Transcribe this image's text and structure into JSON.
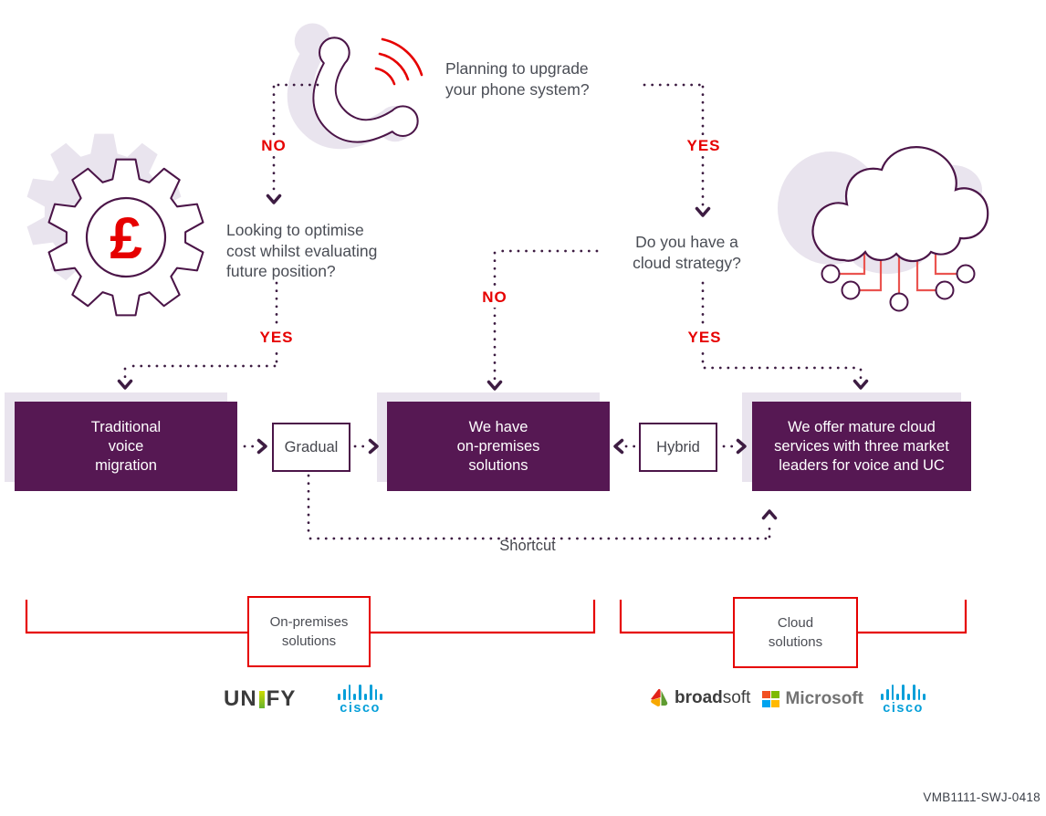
{
  "icons": {
    "phone": "phone-ringing-icon",
    "gear": "gear-pound-icon",
    "cloud": "cloud-network-icon"
  },
  "questions": {
    "q1": "Planning to upgrade\nyour phone system?",
    "q2": "Looking to optimise\ncost whilst evaluating\nfuture position?",
    "q3": "Do you have a\ncloud strategy?"
  },
  "branch_labels": {
    "no_top_left": "NO",
    "yes_top_right": "YES",
    "yes_left": "YES",
    "no_middle": "NO",
    "yes_right": "YES"
  },
  "flow_boxes": {
    "traditional": "Traditional\nvoice\nmigration",
    "gradual": "Gradual",
    "on_premises": "We have\non-premises\nsolutions",
    "hybrid": "Hybrid",
    "cloud_services": "We offer mature cloud\nservices with three market\nleaders for voice and UC"
  },
  "shortcut_label": "Shortcut",
  "pound_symbol": "£",
  "category_labels": {
    "on_premises": "On-premises\nsolutions",
    "cloud": "Cloud\nsolutions"
  },
  "logos": {
    "unify_pre": "un",
    "unify_post": "fy",
    "cisco": "cisco",
    "broadsoft_bold": "broad",
    "broadsoft_light": "soft",
    "microsoft": "Microsoft"
  },
  "footer_code": "VMB1111-SWJ-0418",
  "colors": {
    "brand_red": "#e60000",
    "deep_purple": "#561853",
    "line_purple": "#3d1c42",
    "shadow_lilac": "#e9e4ee",
    "text_gray": "#4b4d54",
    "cisco_blue": "#049fd9",
    "microsoft_gray": "#737373",
    "unify_green": "#8db824",
    "cloud_wire_red": "#ea5450"
  }
}
